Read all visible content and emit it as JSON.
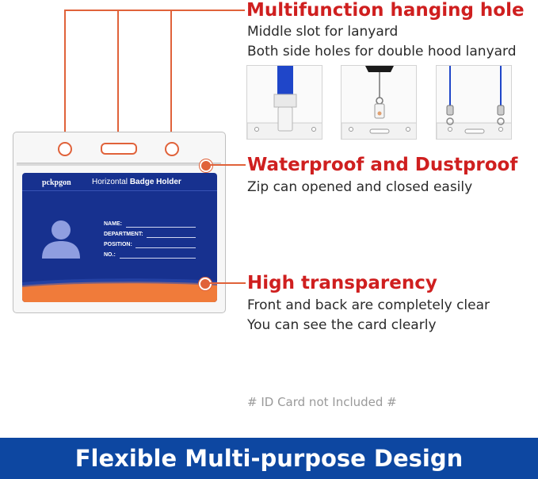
{
  "features": [
    {
      "title": "Multifunction hanging hole",
      "lines": [
        "Middle slot for lanyard",
        "Both side holes for double hood lanyard"
      ]
    },
    {
      "title": "Waterproof and Dustproof",
      "lines": [
        "Zip can opened and closed easily"
      ]
    },
    {
      "title": "High transparency",
      "lines": [
        "Front and back are completely clear",
        "You can see the card clearly"
      ]
    }
  ],
  "card": {
    "brand": "pckpgon",
    "title_regular": "Horizontal",
    "title_bold": "Badge Holder",
    "fields": [
      "NAME:",
      "DEPARTMENT:",
      "POSITION:",
      "NO.:"
    ]
  },
  "note": "# ID Card not Included #",
  "banner": "Flexible Multi-purpose Design",
  "colors": {
    "accent": "#e0623a",
    "heading": "#cf1f1f",
    "banner": "#0d47a1",
    "card": "#17318f",
    "card_band": "#f07b3a"
  },
  "thumbnails": [
    "clip-lanyard",
    "retractable-reel",
    "double-hook-lanyard"
  ]
}
